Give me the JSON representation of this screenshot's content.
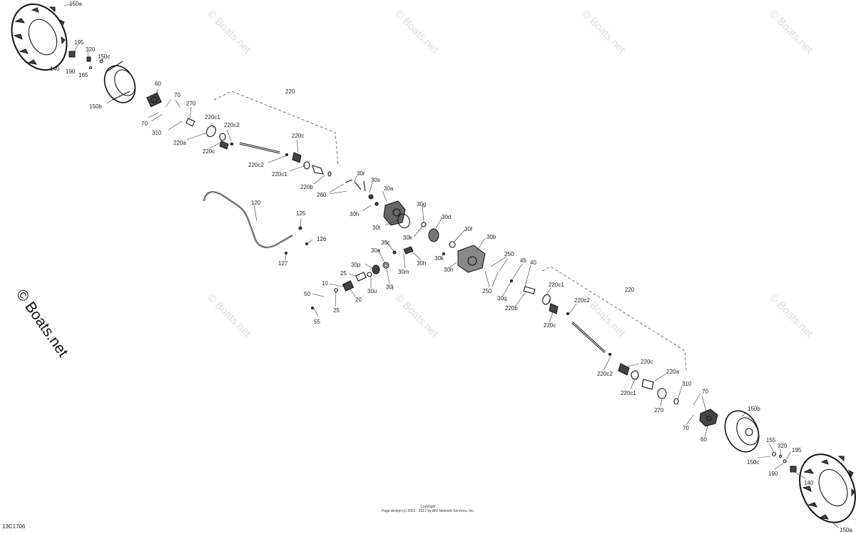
{
  "watermark": {
    "text": "© Boats.net",
    "side_text": "© Boats.net"
  },
  "labels": {
    "l150a_top": "150a",
    "l195_top": "195",
    "l320_top": "320",
    "l150c_top": "150c",
    "l140_top": "140",
    "l190_top": "190",
    "l165_top": "165",
    "l150b_top": "150b",
    "l60_top": "60",
    "l70_top1": "70",
    "l70_top2": "70",
    "l270_top": "270",
    "l310_top": "310",
    "l220a_top": "220a",
    "l220c1_top": "220c1",
    "l220c2_top": "220c2",
    "l220c_top": "220c",
    "l220_top": "220",
    "l220c_mid1": "220c",
    "l220c2_mid1": "220c2",
    "l220c1_mid1": "220c1",
    "l220b_top": "220b",
    "l260": "260",
    "l30r": "30r",
    "l30s": "30s",
    "l30a": "30a",
    "l30h": "30h",
    "l30g": "30g",
    "l30t": "30t",
    "l30d": "30d",
    "l30k_1": "30k",
    "l30f": "30f",
    "l30b": "30b",
    "l30k_2": "30k",
    "l30n": "30n",
    "l30c": "30c",
    "l30e": "30e",
    "l30p": "30p",
    "l30m": "30m",
    "l30u": "30u",
    "l30j": "30j",
    "l30h_2": "30h",
    "l120": "120",
    "l125": "125",
    "l126": "126",
    "l127": "127",
    "l10": "10",
    "l25_1": "25",
    "l25_2": "25",
    "l20": "20",
    "l50": "50",
    "l55": "55",
    "l250_1": "250",
    "l250_2": "250",
    "l45": "45",
    "l40": "40",
    "l30q": "30q",
    "l220b_bot": "220b",
    "l220c1_bot": "220c1",
    "l220c_bot": "220c",
    "l220c2_bot": "220c2",
    "l220_bot": "220",
    "l220c2_bot2": "220c2",
    "l220c_bot2": "220c",
    "l220c1_bot2": "220c1",
    "l220a_bot": "220a",
    "l310_bot": "310",
    "l270_bot": "270",
    "l70_bot1": "70",
    "l70_bot2": "70",
    "l60_bot": "60",
    "l150b_bot": "150b",
    "l155": "155",
    "l320_bot": "320",
    "l195_bot": "195",
    "l150c_bot": "150c",
    "l190_bot": "190",
    "l140_bot": "140",
    "l150a_bot": "150a"
  },
  "footer": {
    "copyright_line1": "Copyright",
    "copyright_line2": "Page design (c) 2001 - 2017 by ARI Network Services, Inc.",
    "drawing_code": "13C1706"
  }
}
